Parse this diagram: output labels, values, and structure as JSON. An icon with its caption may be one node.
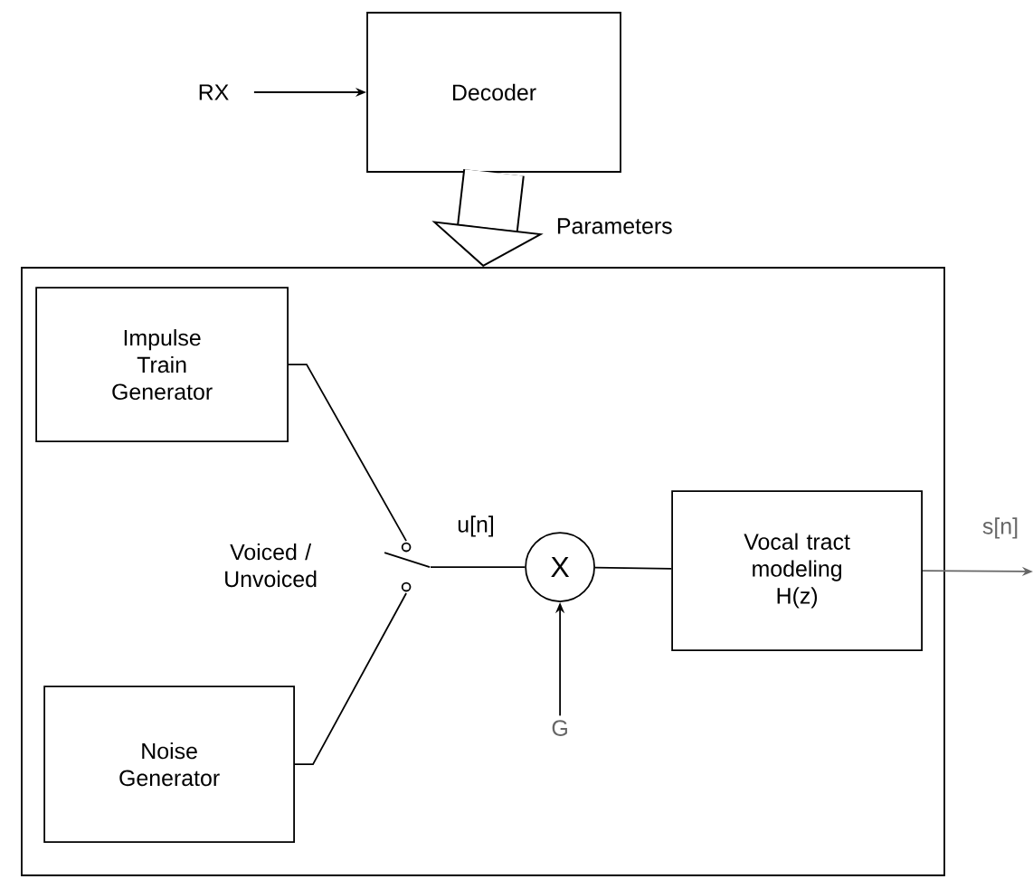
{
  "diagram": {
    "nodes": [
      {
        "text": [
          "RX"
        ]
      },
      {
        "text": [
          "Decoder"
        ]
      },
      {
        "text": [],
        "shape": "box"
      },
      {
        "text": [
          "Impulse Train Generator"
        ],
        "in": 2
      },
      {
        "text": [
          "Noise Generator"
        ],
        "in": 2
      },
      {
        "text": [],
        "shape": "switch",
        "beside": [
          "Voiced / Unvoiced"
        ],
        "in": 2
      },
      {
        "text": [
          "X"
        ],
        "in": 2
      },
      {
        "text": [
          "Vocal tract modeling H(z)"
        ],
        "in": 2
      },
      {
        "text": [
          "G"
        ],
        "in": 2
      }
    ],
    "edges": [
      {
        "from": 0,
        "to": 1,
        "arrow": "to"
      },
      {
        "from": 1,
        "to": 2,
        "arrow": "to",
        "label": "Parameters",
        "style": "thick"
      },
      {
        "from": 3,
        "to": 5,
        "arrow": "none"
      },
      {
        "from": 4,
        "to": 5,
        "arrow": "none"
      },
      {
        "from": 5,
        "to": 6,
        "arrow": "none",
        "label": "u[n]"
      },
      {
        "from": 6,
        "to": 7,
        "arrow": "none"
      },
      {
        "from": 8,
        "to": 6,
        "arrow": "to"
      },
      {
        "from": 7,
        "to": null,
        "arrow": "to",
        "label": "s[n]",
        "color": "#666666"
      }
    ]
  }
}
